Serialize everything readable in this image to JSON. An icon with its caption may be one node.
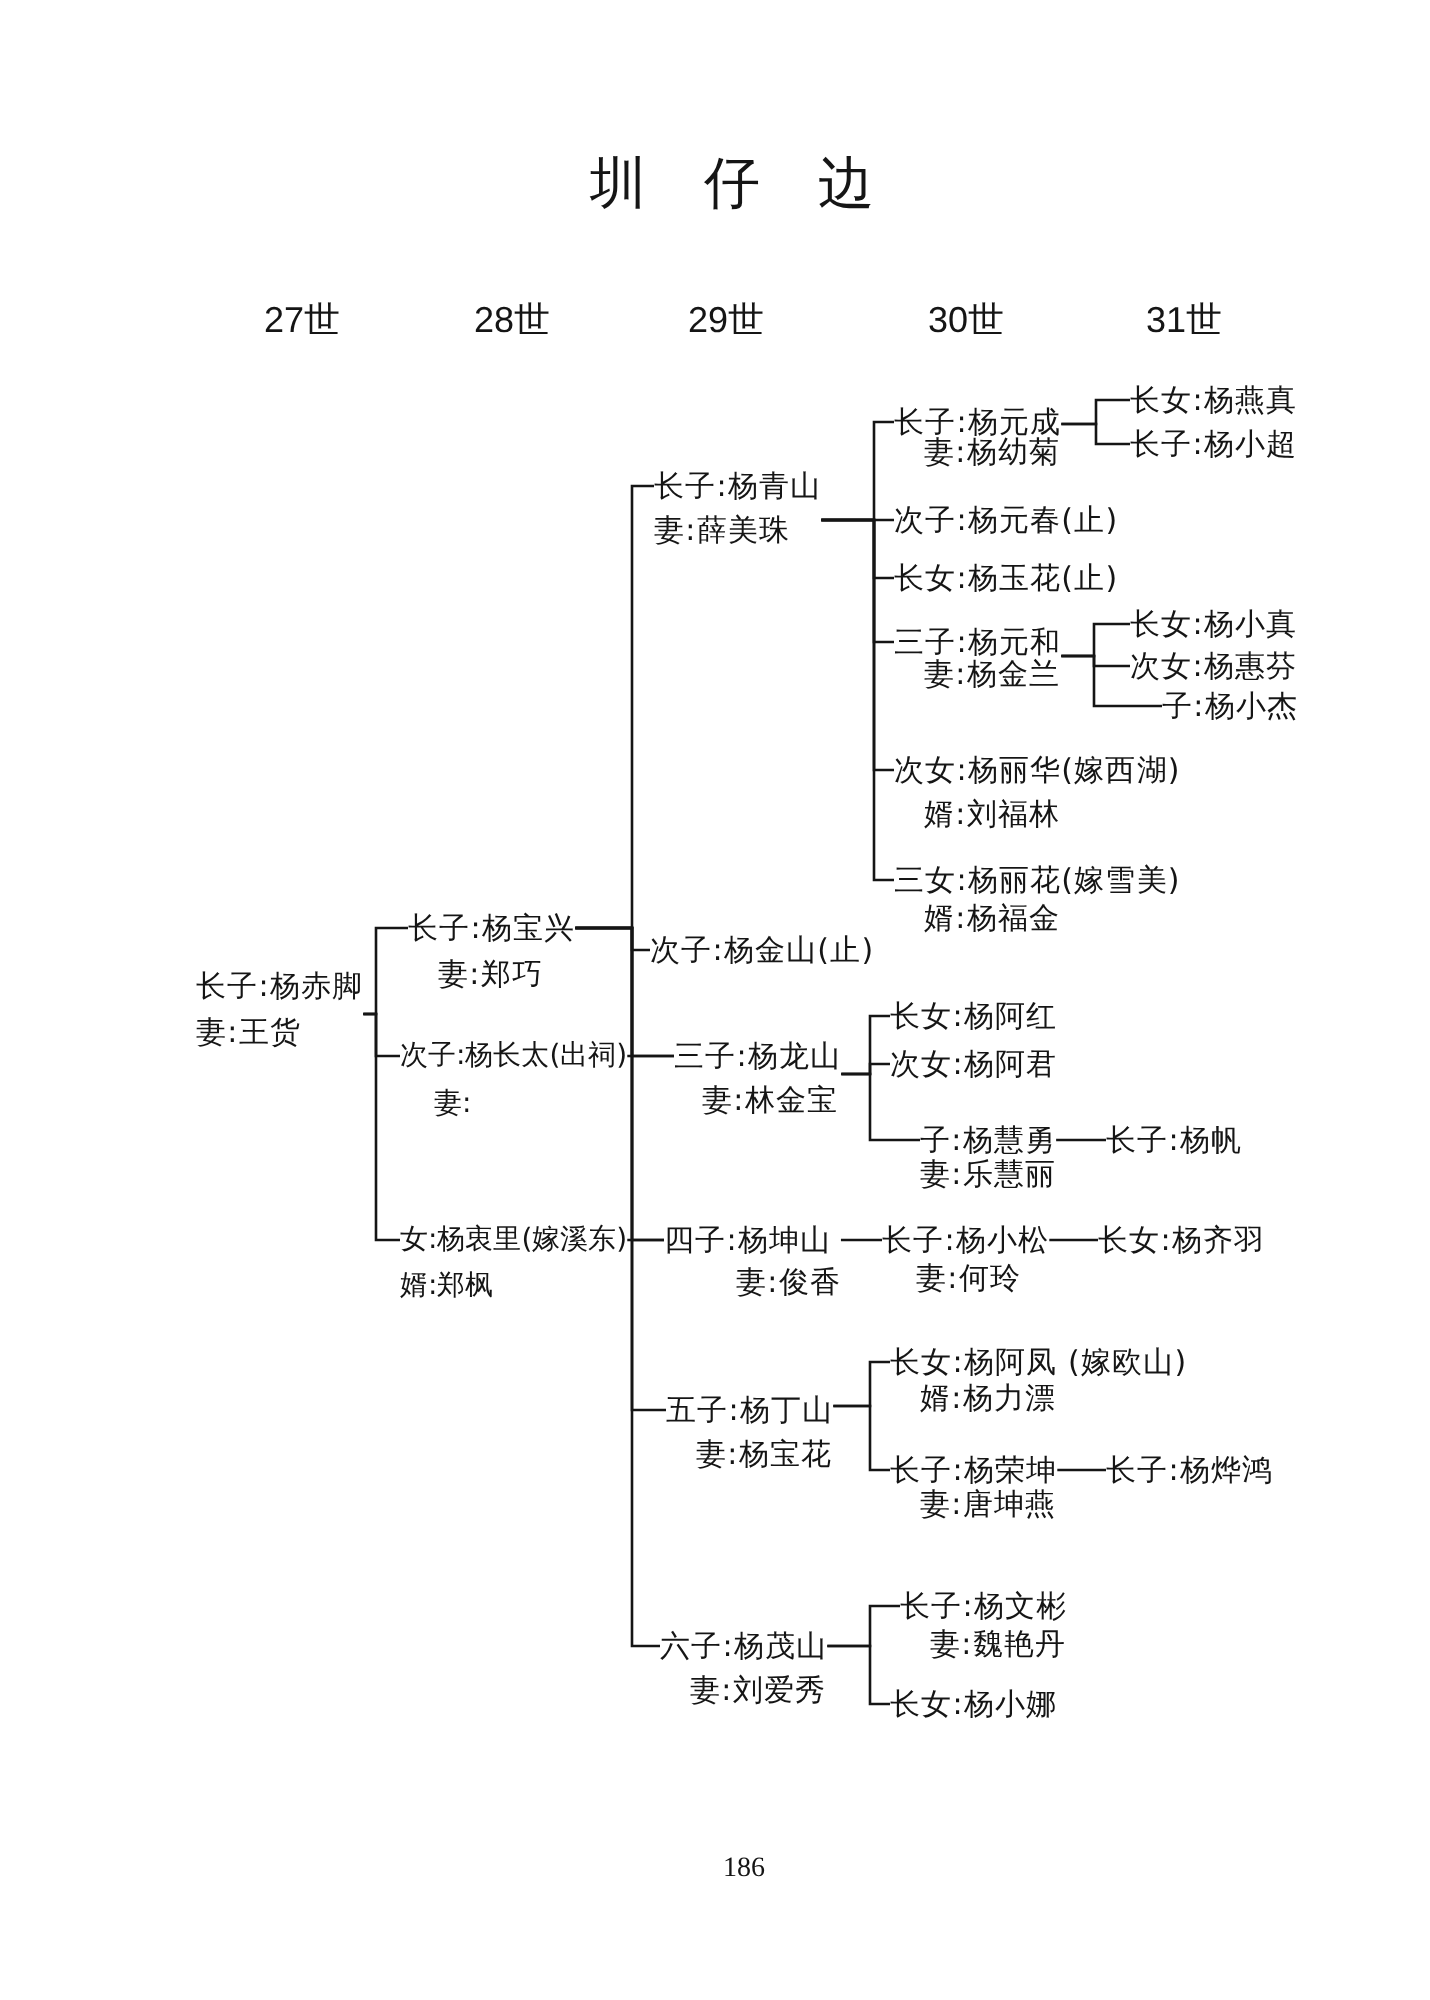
{
  "diagram": {
    "title": "圳 仔 边",
    "nodes": [
      {
        "text": [
          "长子:杨赤脚",
          "妻:王货"
        ]
      },
      {
        "text": [
          "长子:杨宝兴",
          "妻:郑巧"
        ]
      },
      {
        "text": [
          "次子:杨长太(出祠)",
          "妻:"
        ]
      },
      {
        "text": [
          "女:杨衷里(嫁溪东)",
          "婿:郑枫"
        ]
      },
      {
        "text": [
          "长子:杨青山",
          "妻:薛美珠"
        ]
      },
      {
        "text": [
          "长子:杨元成",
          "妻:杨幼菊"
        ]
      },
      {
        "text": [
          "长女:杨燕真"
        ]
      },
      {
        "text": [
          "长子:杨小超"
        ]
      },
      {
        "text": [
          "次子:杨元春(止)"
        ]
      },
      {
        "text": [
          "长女:杨玉花(止)"
        ]
      },
      {
        "text": [
          "三子:杨元和",
          "妻:杨金兰"
        ]
      },
      {
        "text": [
          "长女:杨小真"
        ]
      },
      {
        "text": [
          "次女:杨惠芬"
        ]
      },
      {
        "text": [
          "子:杨小杰"
        ]
      },
      {
        "text": [
          "次女:杨丽华(嫁西湖)",
          "婿:刘福林"
        ]
      },
      {
        "text": [
          "三女:杨丽花(嫁雪美)",
          "婿:杨福金"
        ]
      },
      {
        "text": [
          "次子:杨金山(止)"
        ]
      },
      {
        "text": [
          "三子:杨龙山",
          "妻:林金宝"
        ]
      },
      {
        "text": [
          "长女:杨阿红"
        ]
      },
      {
        "text": [
          "次女:杨阿君"
        ]
      },
      {
        "text": [
          "子:杨慧勇",
          "妻:乐慧丽"
        ]
      },
      {
        "text": [
          "长子:杨帆"
        ]
      },
      {
        "text": [
          "四子:杨坤山",
          "妻:俊香"
        ]
      },
      {
        "text": [
          "长子:杨小松",
          "妻:何玲"
        ]
      },
      {
        "text": [
          "长女:杨齐羽"
        ]
      },
      {
        "text": [
          "五子:杨丁山",
          "妻:杨宝花"
        ]
      },
      {
        "text": [
          "长女:杨阿凤 (嫁欧山)",
          "婿:杨力漂"
        ]
      },
      {
        "text": [
          "长子:杨荣坤",
          "妻:唐坤燕"
        ]
      },
      {
        "text": [
          "长子:杨烨鸿"
        ]
      },
      {
        "text": [
          "六子:杨茂山",
          "妻:刘爱秀"
        ]
      },
      {
        "text": [
          "长子:杨文彬",
          "妻:魏艳丹"
        ]
      },
      {
        "text": [
          "长女:杨小娜"
        ]
      }
    ],
    "edges": [
      {
        "from": 0,
        "to": 1,
        "arrow": "none"
      },
      {
        "from": 0,
        "to": 2,
        "arrow": "none"
      },
      {
        "from": 0,
        "to": 3,
        "arrow": "none"
      },
      {
        "from": 1,
        "to": 4,
        "arrow": "none"
      },
      {
        "from": 1,
        "to": 16,
        "arrow": "none"
      },
      {
        "from": 1,
        "to": 17,
        "arrow": "none"
      },
      {
        "from": 1,
        "to": 22,
        "arrow": "none"
      },
      {
        "from": 1,
        "to": 25,
        "arrow": "none"
      },
      {
        "from": 1,
        "to": 29,
        "arrow": "none"
      },
      {
        "from": 2,
        "to": 17,
        "arrow": "none"
      },
      {
        "from": 3,
        "to": 22,
        "arrow": "none"
      },
      {
        "from": 4,
        "to": 5,
        "arrow": "none"
      },
      {
        "from": 4,
        "to": 8,
        "arrow": "none"
      },
      {
        "from": 4,
        "to": 9,
        "arrow": "none"
      },
      {
        "from": 4,
        "to": 10,
        "arrow": "none"
      },
      {
        "from": 4,
        "to": 14,
        "arrow": "none"
      },
      {
        "from": 4,
        "to": 15,
        "arrow": "none"
      },
      {
        "from": 5,
        "to": 6,
        "arrow": "none"
      },
      {
        "from": 5,
        "to": 7,
        "arrow": "none"
      },
      {
        "from": 10,
        "to": 11,
        "arrow": "none"
      },
      {
        "from": 10,
        "to": 12,
        "arrow": "none"
      },
      {
        "from": 10,
        "to": 13,
        "arrow": "none"
      },
      {
        "from": 17,
        "to": 18,
        "arrow": "none"
      },
      {
        "from": 17,
        "to": 19,
        "arrow": "none"
      },
      {
        "from": 17,
        "to": 20,
        "arrow": "none"
      },
      {
        "from": 20,
        "to": 21,
        "arrow": "none"
      },
      {
        "from": 22,
        "to": 23,
        "arrow": "none"
      },
      {
        "from": 23,
        "to": 24,
        "arrow": "none"
      },
      {
        "from": 25,
        "to": 26,
        "arrow": "none"
      },
      {
        "from": 25,
        "to": 27,
        "arrow": "none"
      },
      {
        "from": 27,
        "to": 28,
        "arrow": "none"
      },
      {
        "from": 29,
        "to": 30,
        "arrow": "none"
      },
      {
        "from": 29,
        "to": 31,
        "arrow": "none"
      }
    ],
    "labels": [
      "27世",
      "28世",
      "29世",
      "30世",
      "31世",
      "186"
    ]
  }
}
